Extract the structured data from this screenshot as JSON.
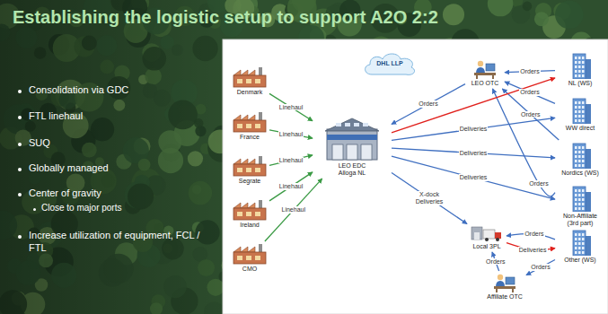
{
  "diagram": {
    "title": "Establishing the logistic setup to support A2O 2:2",
    "nodes": [
      {
        "text": [
          "Denmark"
        ]
      },
      {
        "text": [
          "France"
        ]
      },
      {
        "text": [
          "Segrate"
        ]
      },
      {
        "text": [
          "Ireland"
        ]
      },
      {
        "text": [
          "CMO"
        ]
      },
      {
        "text": [
          "DHL LLP"
        ]
      },
      {
        "text": [
          "LEO EDC Alloga NL"
        ]
      },
      {
        "text": [
          "LEO OTC"
        ]
      },
      {
        "text": [
          "NL (WS)"
        ]
      },
      {
        "text": [
          "WW direct"
        ]
      },
      {
        "text": [
          "Nordics (WS)"
        ]
      },
      {
        "text": [
          "Non-Affiliate (3rd part)"
        ]
      },
      {
        "text": [
          "Local 3PL"
        ]
      },
      {
        "text": [
          "Other (WS)"
        ]
      },
      {
        "text": [
          "Affiliate OTC"
        ]
      }
    ],
    "edges": [
      {
        "from": 0,
        "to": 6,
        "label": "Linehaul",
        "arrow": "to"
      },
      {
        "from": 1,
        "to": 6,
        "label": "Linehaul",
        "arrow": "to"
      },
      {
        "from": 2,
        "to": 6,
        "label": "Linehaul",
        "arrow": "to"
      },
      {
        "from": 3,
        "to": 6,
        "label": "Linehaul",
        "arrow": "to"
      },
      {
        "from": 4,
        "to": 6,
        "label": "Linehaul",
        "arrow": "to"
      },
      {
        "from": 7,
        "to": 6,
        "label": "Orders",
        "arrow": "to"
      },
      {
        "from": 8,
        "to": 7,
        "label": "Orders",
        "arrow": "to"
      },
      {
        "from": 9,
        "to": 7,
        "label": "Orders",
        "arrow": "to"
      },
      {
        "from": 10,
        "to": 7,
        "label": "Orders",
        "arrow": "to"
      },
      {
        "from": 11,
        "to": 7,
        "label": "Orders",
        "arrow": "to"
      },
      {
        "from": 6,
        "to": 8,
        "arrow": "to"
      },
      {
        "from": 6,
        "to": 9,
        "label": "Deliveries",
        "arrow": "to"
      },
      {
        "from": 6,
        "to": 10,
        "label": "Deliveries",
        "arrow": "to"
      },
      {
        "from": 6,
        "to": 11,
        "label": "Deliveries",
        "arrow": "to"
      },
      {
        "from": 6,
        "to": 12,
        "label": "X-dock Deliveries",
        "arrow": "to"
      },
      {
        "from": 12,
        "to": 13,
        "label": "Deliveries",
        "arrow": "to"
      },
      {
        "from": 13,
        "to": 12,
        "label": "Orders",
        "arrow": "to"
      },
      {
        "from": 14,
        "to": 12,
        "label": "Orders",
        "arrow": "to"
      },
      {
        "from": 13,
        "to": 14,
        "label": "Orders",
        "arrow": "to"
      }
    ],
    "labels": [
      "Consolidation via GDC",
      "FTL linehaul",
      "SUQ",
      "Globally managed",
      "Center of gravity",
      "Close to major ports",
      "Increase utilization of equipment, FCL / FTL"
    ]
  }
}
